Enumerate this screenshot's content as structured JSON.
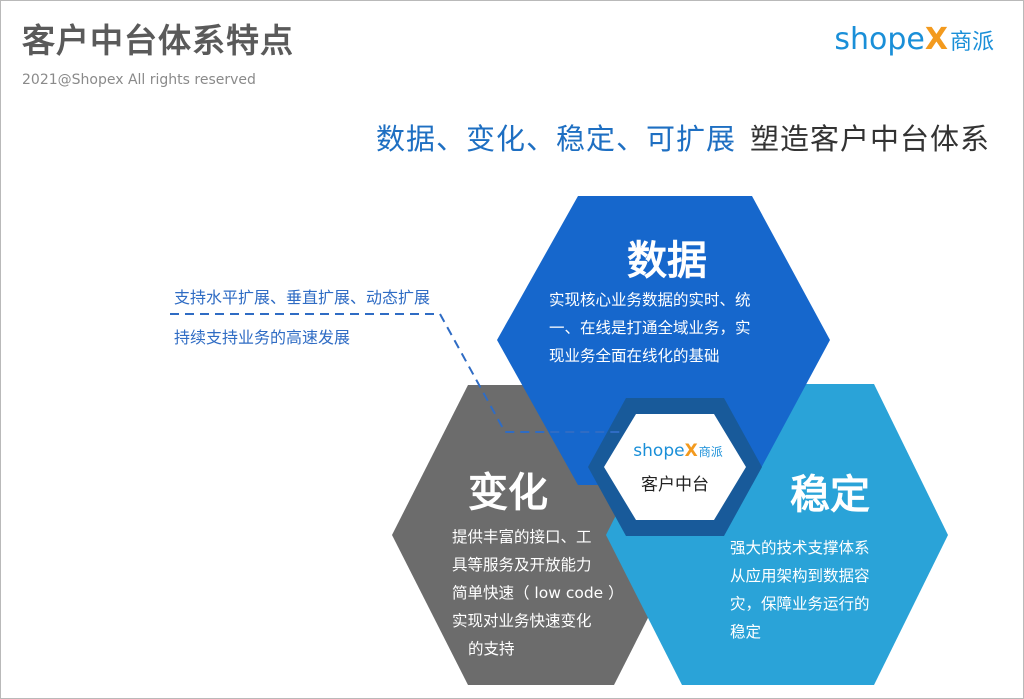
{
  "header": {
    "title": "客户中台体系特点",
    "copyright": "2021@Shopex All rights reserved"
  },
  "logo": {
    "word_shop": "shop",
    "word_e": "e",
    "word_x": "X",
    "word_cn": "商派"
  },
  "slogan": {
    "highlight": "数据、变化、稳定、可扩展",
    "rest": "塑造客户中台体系"
  },
  "hexagons": {
    "data": {
      "title": "数据",
      "lines": [
        "实现核心业务数据的实时、统",
        "一、在线是打通全域业务，实",
        "现业务全面在线化的基础"
      ]
    },
    "change": {
      "title": "变化",
      "lines": [
        "提供丰富的接口、工",
        "具等服务及开放能力",
        "简单快速（ low code ）",
        "实现对业务快速变化",
        "的支持"
      ]
    },
    "stable": {
      "title": "稳定",
      "lines": [
        "强大的技术支撑体系",
        "从应用架构到数据容",
        "灾，保障业务运行的",
        "稳定"
      ]
    }
  },
  "annotation": {
    "line1": "支持水平扩展、垂直扩展、动态扩展",
    "line2": "持续支持业务的高速发展"
  },
  "center": {
    "label": "客户中台"
  },
  "colors": {
    "blue_dark": "#1667cc",
    "blue_light": "#2aa3d8",
    "gray": "#6c6c6c",
    "center_ring": "#185a9a",
    "accent_orange": "#f39a1e"
  }
}
